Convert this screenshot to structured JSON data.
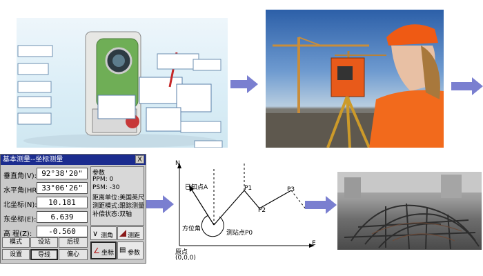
{
  "instrument_dialog": {
    "title": "基本测量--坐标测量",
    "close": "X",
    "rows": [
      {
        "label": "垂直角(V):",
        "value": "92°38'20\""
      },
      {
        "label": "水平角(HR):",
        "value": "33°06'26\""
      },
      {
        "label": "北坐标(N):",
        "value": "10.181"
      },
      {
        "label": "东坐标(E):",
        "value": "6.639"
      },
      {
        "label": "高  程(Z):",
        "value": "-0.560"
      }
    ],
    "params": {
      "heading": "参数",
      "ppm": "PPM:   0",
      "psm": "PSM:  -30",
      "distance_unit": "距离单位:美国英尺",
      "measure_mode": "测距模式:跟踪测量",
      "compensation": "补偿状态:双轴"
    },
    "side_buttons": [
      "测角",
      "测距",
      "坐标",
      "参数"
    ],
    "bottom_buttons": [
      "模式",
      "设站",
      "后视",
      "设置",
      "导线",
      "偏心"
    ]
  },
  "diagram": {
    "axis_n": "N",
    "axis_e": "E",
    "known_point": "已知点A",
    "p1": "P1",
    "p2": "P2",
    "p3": "P3",
    "azimuth": "方位角",
    "station": "测站点P0",
    "origin": "原点",
    "origin_coords": "(0,0,0)"
  },
  "colors": {
    "arrow": "#7a7fd0",
    "dialog_title": "#1b2c8f"
  }
}
